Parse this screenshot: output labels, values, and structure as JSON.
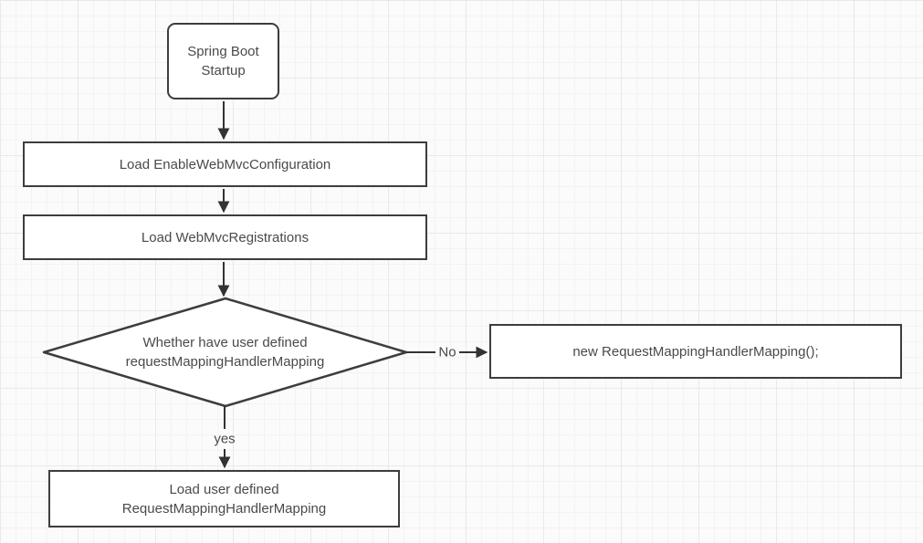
{
  "diagram": {
    "type": "flowchart",
    "nodes": {
      "startup": {
        "shape": "rounded-rect",
        "lines": [
          "Spring Boot",
          "Startup"
        ]
      },
      "load_enable_web_mvc_configuration": {
        "shape": "rect",
        "lines": [
          "Load EnableWebMvcConfiguration"
        ]
      },
      "load_web_mvc_registrations": {
        "shape": "rect",
        "lines": [
          "Load WebMvcRegistrations"
        ]
      },
      "decision_user_defined_mapping": {
        "shape": "diamond",
        "lines": [
          "Whether have user defined",
          "requestMappingHandlerMapping"
        ]
      },
      "new_request_mapping_handler_mapping": {
        "shape": "rect",
        "lines": [
          "new RequestMappingHandlerMapping();"
        ]
      },
      "load_user_defined_mapping": {
        "shape": "rect",
        "lines": [
          "Load user defined",
          "RequestMappingHandlerMapping"
        ]
      }
    },
    "edges": {
      "startup_to_enable": {
        "label": ""
      },
      "enable_to_registrations": {
        "label": ""
      },
      "registrations_to_decision": {
        "label": ""
      },
      "decision_to_new": {
        "label": "No"
      },
      "decision_to_load_user": {
        "label": "yes"
      }
    },
    "colors": {
      "background": "#fbfbfb",
      "grid_minor": "#f3f3f3",
      "grid_major": "#e9e9e9",
      "node_fill": "#ffffff",
      "node_border": "#3d3d3d",
      "text": "#4a4a4a",
      "connector": "#333333"
    }
  }
}
